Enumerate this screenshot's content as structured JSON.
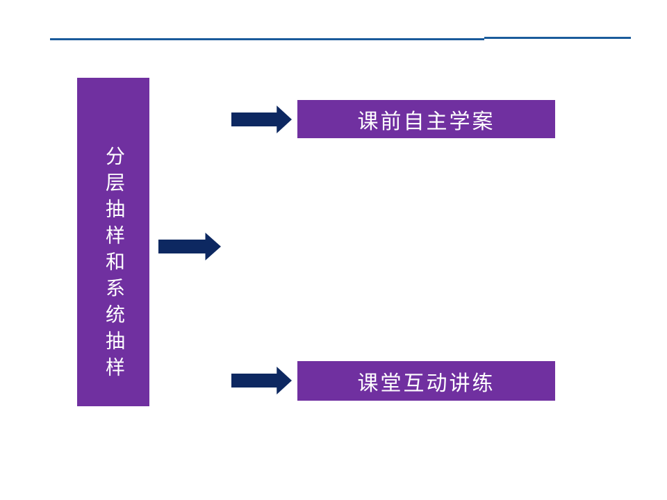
{
  "colors": {
    "purple": "#7030A0",
    "navy": "#0D2861",
    "divider_blue": "#1A5B9B",
    "text_white": "#FFFFFF"
  },
  "slide": {
    "vertical_title": "分层抽样和系统抽样"
  },
  "banners": [
    {
      "label": "课前自主学案"
    },
    {
      "label": "课堂互动讲练"
    }
  ],
  "icons": {
    "right_arrow": "➔"
  }
}
